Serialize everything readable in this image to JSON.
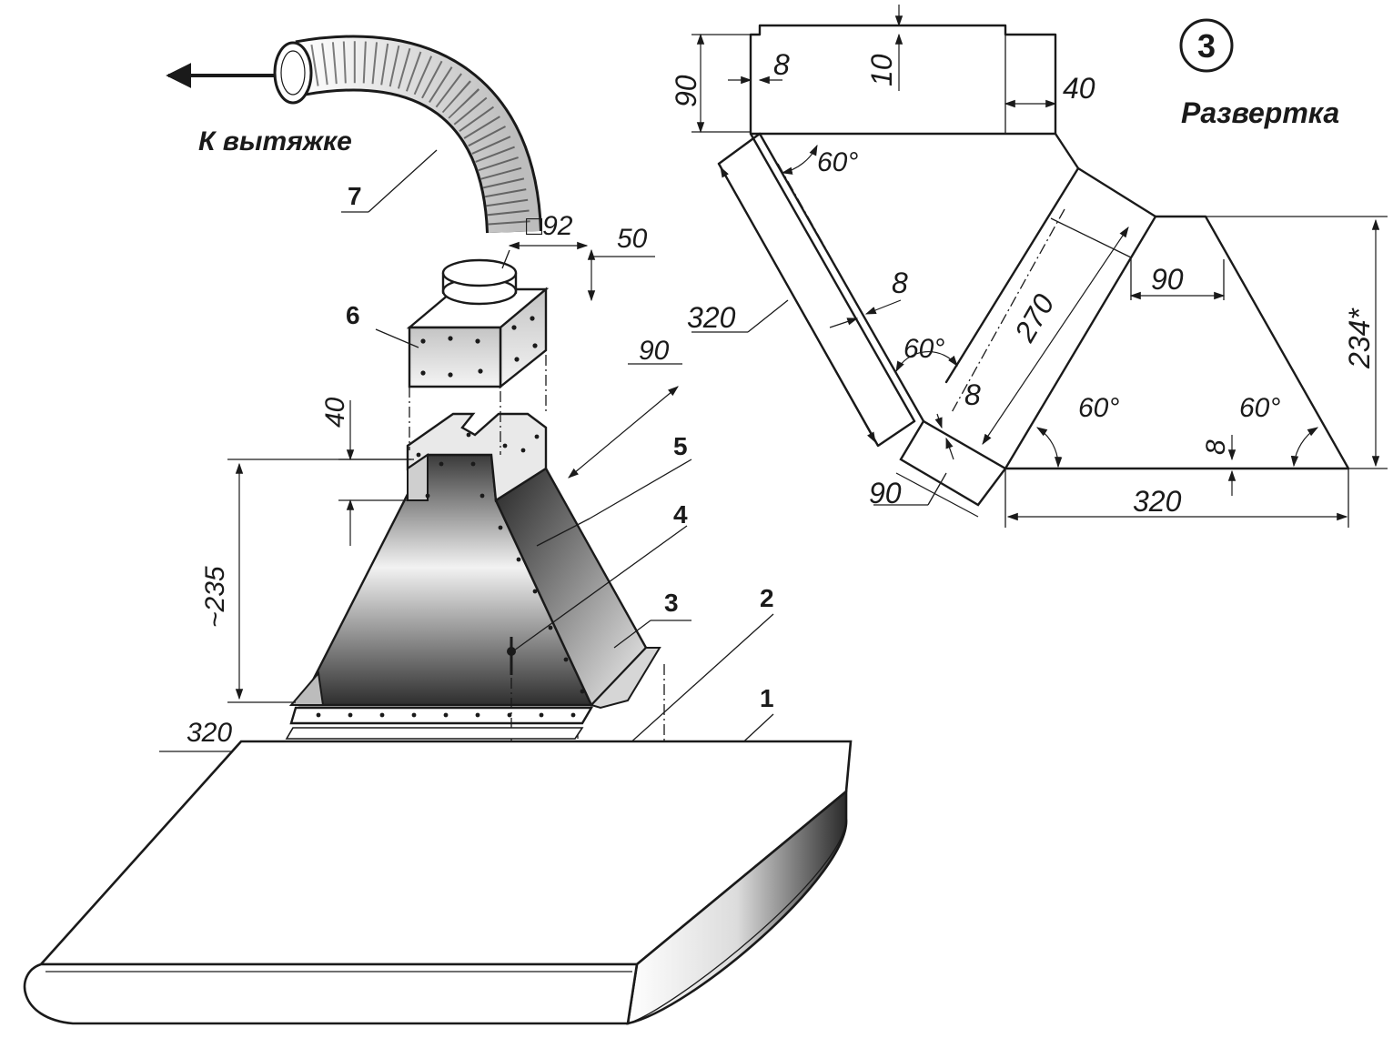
{
  "figure": {
    "number": "3",
    "unfold_title": "Развертка",
    "exhaust_label": "К вытяжке"
  },
  "parts": [
    "1",
    "2",
    "3",
    "4",
    "5",
    "6",
    "7"
  ],
  "assembly_dims": {
    "pipe_square": "□92",
    "box_depth": "50",
    "neck_width": "90",
    "neck_height": "40",
    "height": "~235",
    "base_width": "320"
  },
  "unfold_dims": {
    "top_seam": "8",
    "top_gap": "10",
    "top_height": "90",
    "top_flap": "40",
    "angle_top": "60°",
    "left_side": "320",
    "left_seam": "8",
    "angle_left": "60°",
    "bottom_seam": "8",
    "bottom_width": "90",
    "diagonal": "270",
    "inner_width": "90",
    "height_right": "234*",
    "angle_inner": "60°",
    "angle_right": "60°",
    "base_seam": "8",
    "base_width": "320"
  },
  "colors": {
    "ink": "#1a1a1a",
    "paper": "#ffffff"
  }
}
